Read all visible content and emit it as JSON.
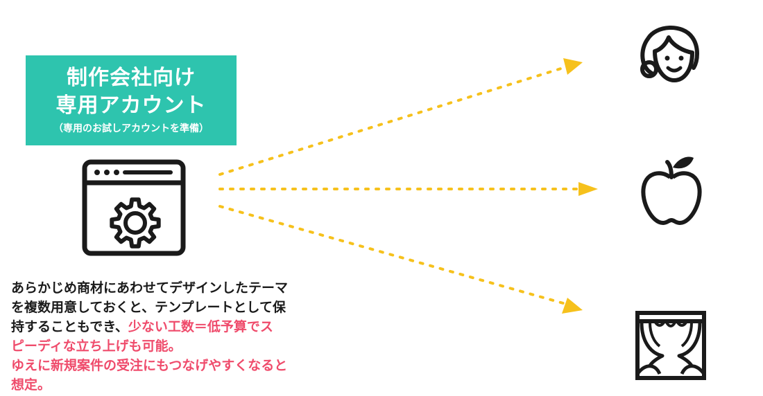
{
  "badge": {
    "line1": "制作会社向け",
    "line2": "専用アカウント",
    "sub": "（専用のお試しアカウントを準備）"
  },
  "colors": {
    "badge_bg": "#2ec4ae",
    "arrow": "#f6c11c",
    "highlight": "#ef4b6b",
    "text": "#1a1a1a"
  },
  "icons": {
    "source": "app-settings-icon",
    "targets": [
      "woman-icon",
      "apple-icon",
      "stage-curtain-icon"
    ]
  },
  "description": {
    "line1": "あらかじめ商材にあわせてデザインしたテーマ",
    "line2": "を複数用意しておくと、テンプレートとして保",
    "line3a": "持することもでき、",
    "line3b": "少ない工数＝低予算でス",
    "line4": "ピーディな立ち上げも可能。",
    "line5": "ゆえに新規案件の受注にもつなげやすくなると",
    "line6": "想定。"
  }
}
